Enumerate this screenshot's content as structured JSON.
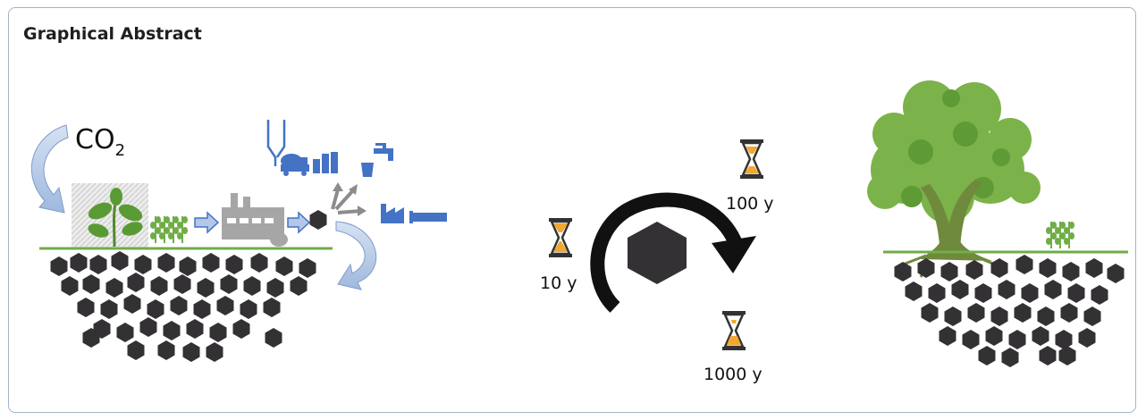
{
  "title": "Graphical Abstract",
  "co2": {
    "main": "CO",
    "sub": "2"
  },
  "time_labels": [
    "10 y",
    "100 y",
    "1000 y"
  ],
  "colors": {
    "biochar": "#333133",
    "ground_line": "#70ad47",
    "plant_green": "#70ad47",
    "industry_blue": "#4472c4",
    "factory_gray": "#a6a6a6",
    "arrow_light_blue": "#b4c7e7",
    "hourglass_sand": "#f0a830",
    "frame_border": "#9fb4c8"
  },
  "icons": [
    "co2-arrow-icon",
    "plant-icon",
    "crop-icon",
    "factory-icon",
    "silo-icon",
    "cement-mixer-icon",
    "buildings-icon",
    "tap-icon",
    "industry-icon",
    "pipe-icon",
    "hourglass-icon",
    "hexagon-icon",
    "tree-icon"
  ]
}
